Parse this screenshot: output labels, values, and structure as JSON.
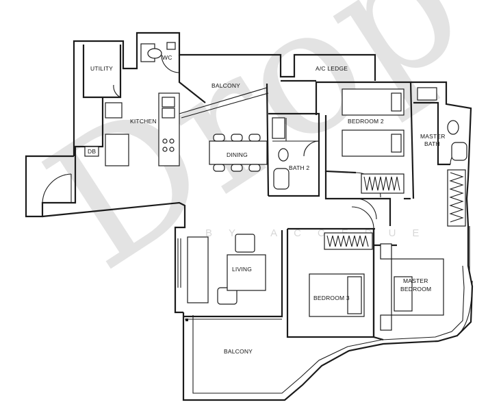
{
  "floor_plan": {
    "rooms": {
      "utility": "UTILITY",
      "wc": "WC",
      "balcony_top": "BALCONY",
      "ac_ledge": "A/C LEDGE",
      "kitchen": "KITCHEN",
      "bedroom_2": "BEDROOM 2",
      "master_bath_line1": "MASTER",
      "master_bath_line2": "BATH",
      "db": "DB",
      "dining": "DINING",
      "bath_2": "BATH 2",
      "living": "LIVING",
      "master_bedroom_line1": "MASTER",
      "master_bedroom_line2": "BEDROOM",
      "bedroom_3": "BEDROOM 3",
      "balcony_bottom": "BALCONY"
    },
    "watermark": {
      "main": "Drop",
      "sub": "BY ACCEDUE"
    }
  }
}
